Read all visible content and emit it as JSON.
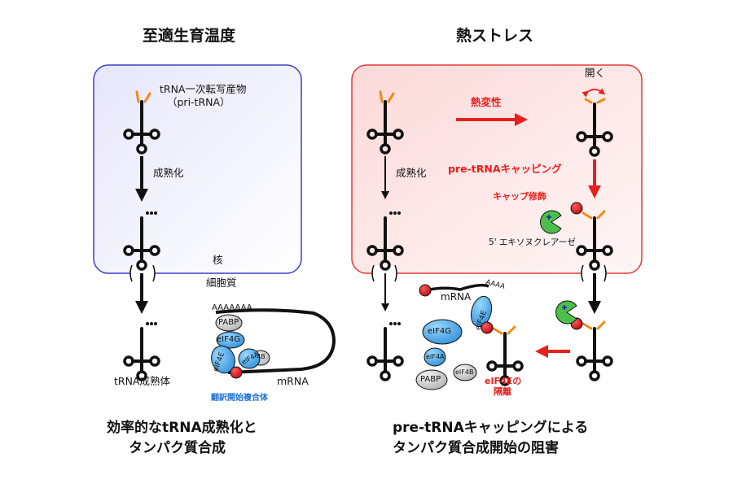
{
  "left": {
    "title": "至適生育温度",
    "pri_trna_line1": "tRNA一次転写産物",
    "pri_trna_line2": "（pri-tRNA）",
    "maturation": "成熟化",
    "nucleus": "核",
    "cytoplasm": "細胞質",
    "mature_trna": "tRNA成熟体",
    "complex_label": "翻訳開始複合体",
    "polyA": "AAAAAAA",
    "mrna": "mRNA",
    "factors": {
      "pabp": "PABP",
      "eif4g": "eIF4G",
      "eif4e": "eIF4E",
      "eif4a": "eIF4A",
      "eif4b": "4B"
    },
    "caption_line1": "効率的なtRNA成熟化と",
    "caption_line2": "タンパク質合成"
  },
  "right": {
    "title": "熱ストレス",
    "open": "開く",
    "heat_denature": "熱変性",
    "maturation": "成熟化",
    "capping": "pre-tRNAキャッピング",
    "cap_mod": "キャップ修飾",
    "decapper": "5' エキソヌクレアーゼ",
    "mrna": "mRNA",
    "polyA": "AAAA",
    "sequester_line1": "eIF4Eの",
    "sequester_line2": "隔離",
    "factors": {
      "eif4g": "eIF4G",
      "eif4e": "eIF4E",
      "eif4a": "eIF4A",
      "eif4b": "eIF4B",
      "pabp": "PABP"
    },
    "caption_line1": "pre-tRNAキャッピングによる",
    "caption_line2": "タンパク質合成開始の阻害"
  },
  "colors": {
    "left_panel_fill": "#e8e9fb",
    "left_panel_stroke": "#3b3fc9",
    "right_panel_fill": "#fde3e3",
    "right_panel_stroke": "#e53935",
    "red": "#e8201c",
    "blue_label": "#1c6fd1",
    "trna_tail": "#f08a16",
    "cap_ball": "#c8101a",
    "exonuclease": "#4cbf4a",
    "eif_blue": "#3aa0e6",
    "gray_factor": "#d5d5d5"
  }
}
